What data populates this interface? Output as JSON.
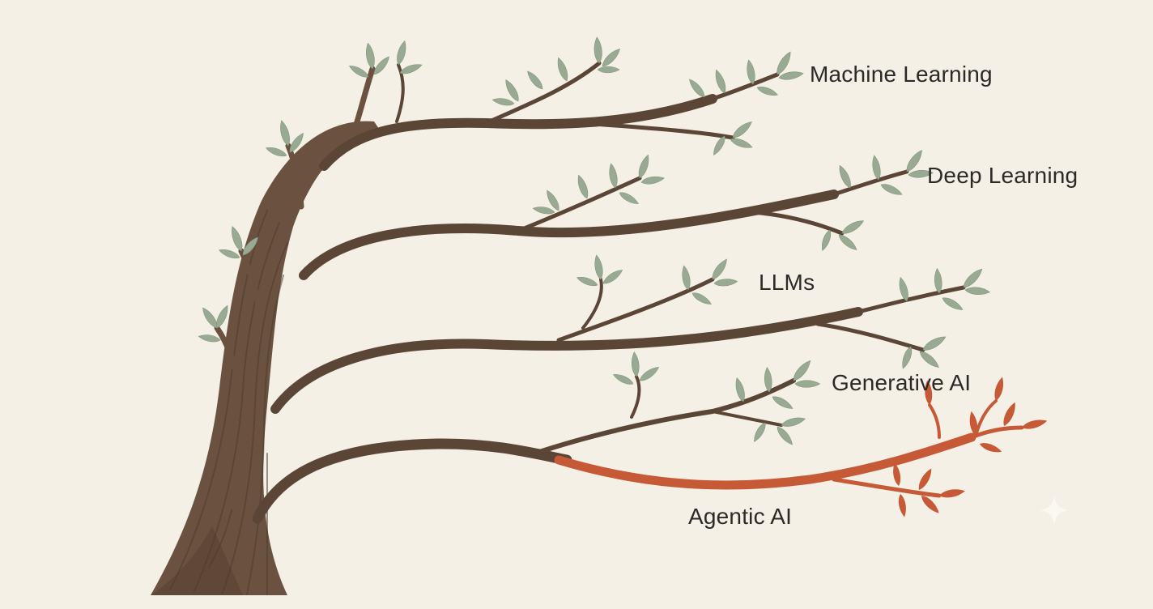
{
  "diagram": {
    "labels": {
      "machine_learning": "Machine Learning",
      "deep_learning": "Deep Learning",
      "llms": "LLMs",
      "generative_ai": "Generative AI",
      "agentic_ai": "Agentic AI"
    },
    "colors": {
      "background": "#f5f0e6",
      "trunk": "#6b5240",
      "branch": "#5a4536",
      "leaf": "#98ab92",
      "highlight_branch": "#c65a36",
      "highlight_leaf": "#c65a36",
      "text": "#2b2a27"
    }
  }
}
